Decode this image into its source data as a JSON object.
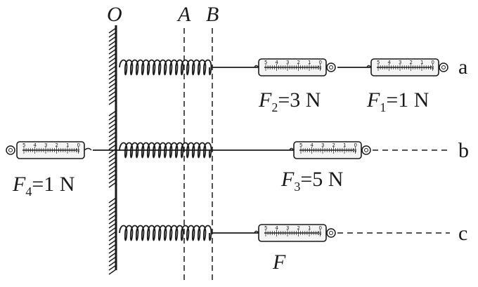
{
  "markers": {
    "O": "O",
    "A": "A",
    "B": "B"
  },
  "rows": [
    {
      "id": "a",
      "letter": "a"
    },
    {
      "id": "b",
      "letter": "b"
    },
    {
      "id": "c",
      "letter": "c"
    }
  ],
  "labels": {
    "F2": {
      "main": "F",
      "sub": "2",
      "value": "=3 N"
    },
    "F1": {
      "main": "F",
      "sub": "1",
      "value": "=1 N"
    },
    "F4": {
      "main": "F",
      "sub": "4",
      "value": "=1 N"
    },
    "F3": {
      "main": "F",
      "sub": "3",
      "value": "=5 N"
    },
    "F": {
      "main": "F"
    }
  },
  "scale": {
    "ticks": [
      "5",
      "4",
      "3",
      "2",
      "1",
      "0"
    ],
    "unit": "N"
  },
  "colors": {
    "ink": "#1a1a1a",
    "scale_fill": "#f4f4f4"
  }
}
